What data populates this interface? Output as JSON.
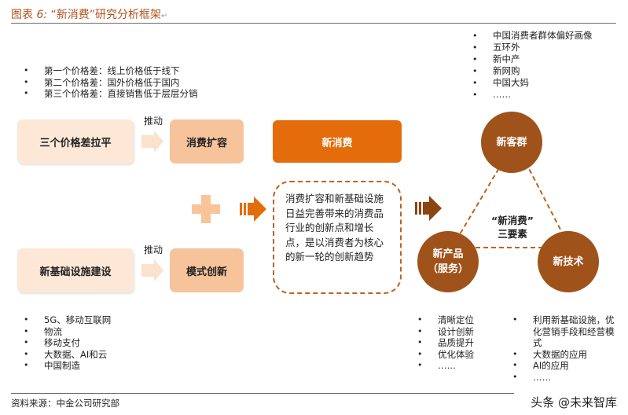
{
  "title": {
    "prefix": "图表",
    "num": "6:",
    "text": "“新消费”研究分析框架",
    "ret": "↵"
  },
  "top_left_bullets": [
    "第一个价格差：线上价格低于线下",
    "第二个价格差：国外价格低于国内",
    "第三个价格差：直接销售低于层层分销"
  ],
  "top_right_bullets": [
    "中国消费者群体偏好画像",
    "五环外",
    "新中产",
    "新网购",
    "中国大妈",
    "……"
  ],
  "left_boxes": {
    "price_gap": "三个价格差拉平",
    "infrastructure": "新基础设施建设"
  },
  "drive_labels": {
    "top": "推动",
    "bottom": "推动"
  },
  "mid_boxes": {
    "consumption_expansion": "消费扩容",
    "model_innovation": "模式创新"
  },
  "new_consumption": "新消费",
  "center_text": "消费扩容和新基础设施日益完善带来的消费品行业的创新点和增长点，是以消费者为核心的新一轮的创新趋势",
  "triangle": {
    "title_line1": "“新消费”",
    "title_line2": "三要素",
    "new_customers": "新客群",
    "new_product_l1": "新产品",
    "new_product_l2": "（服务）",
    "new_technology": "新技术"
  },
  "bottom_left_bullets": [
    "5G、移动互联网",
    "物流",
    "移动支付",
    "大数据、AI和云",
    "中国制造"
  ],
  "bottom_mid_bullets": [
    "清晰定位",
    "设计创新",
    "品质提升",
    "优化体验",
    "……"
  ],
  "bottom_right_bullets": [
    "利用新基础设施，优化营销手段和经营模式",
    "大数据的应用",
    "AI的应用",
    "……"
  ],
  "source": "资料来源：中金公司研究部",
  "watermark": "头条 @未来智库",
  "colors": {
    "dark": "#e46c0a",
    "brown": "#a0521b",
    "light": "#fde8d7",
    "mid": "#f7c39a"
  }
}
